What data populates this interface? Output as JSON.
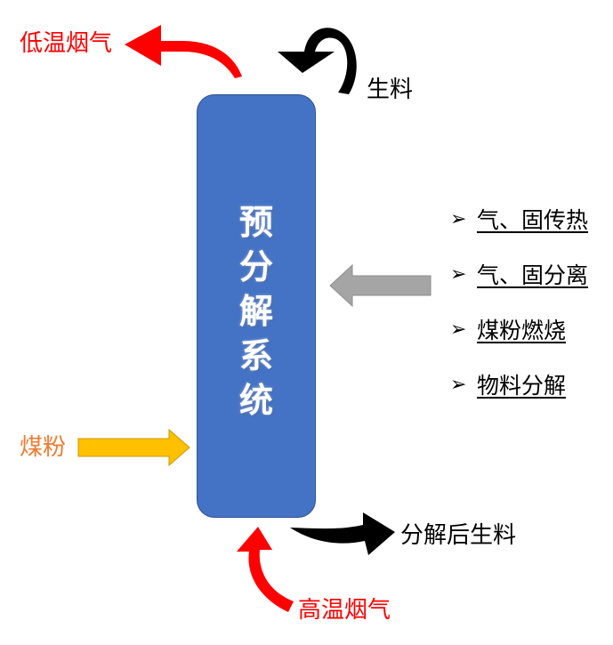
{
  "system": {
    "title_chars": [
      "预",
      "分",
      "解",
      "系",
      "统"
    ],
    "color": "#4472c4"
  },
  "labels": {
    "low_temp_flue_gas": "低温烟气",
    "raw_meal": "生料",
    "coal_powder": "煤粉",
    "decomposed_raw_meal": "分解后生料",
    "high_temp_flue_gas": "高温烟气"
  },
  "functions": [
    {
      "label": "气、固传热"
    },
    {
      "label": "气、固分离"
    },
    {
      "label": "煤粉燃烧"
    },
    {
      "label": "物料分解"
    }
  ],
  "bullet_icon": "arrow-bullet-icon",
  "colors": {
    "red": "#ff0000",
    "orange": "#ed7d31",
    "gold": "#ffc000",
    "gray": "#a5a5a5",
    "black": "#000000"
  }
}
